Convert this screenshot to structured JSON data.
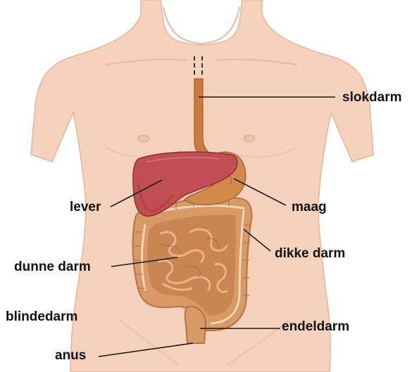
{
  "labels": {
    "slokdarm": "slokdarm",
    "lever": "lever",
    "maag": "maag",
    "dikke_darm": "dikke darm",
    "dunne_darm": "dunne darm",
    "blindedarm": "blindedarm",
    "endeldarm": "endeldarm",
    "anus": "anus"
  },
  "colors": {
    "skin": "#f6d2bd",
    "skin_outline": "#e5b49a",
    "liver": "#c04e52",
    "liver_dark": "#a33a40",
    "stomach": "#d18a4c",
    "intestine": "#d89a66",
    "intestine_dark": "#b8733f",
    "intestine_highlight": "#f4d6b9",
    "esophagus": "#cc7a3d",
    "line": "#1a1a1a"
  }
}
